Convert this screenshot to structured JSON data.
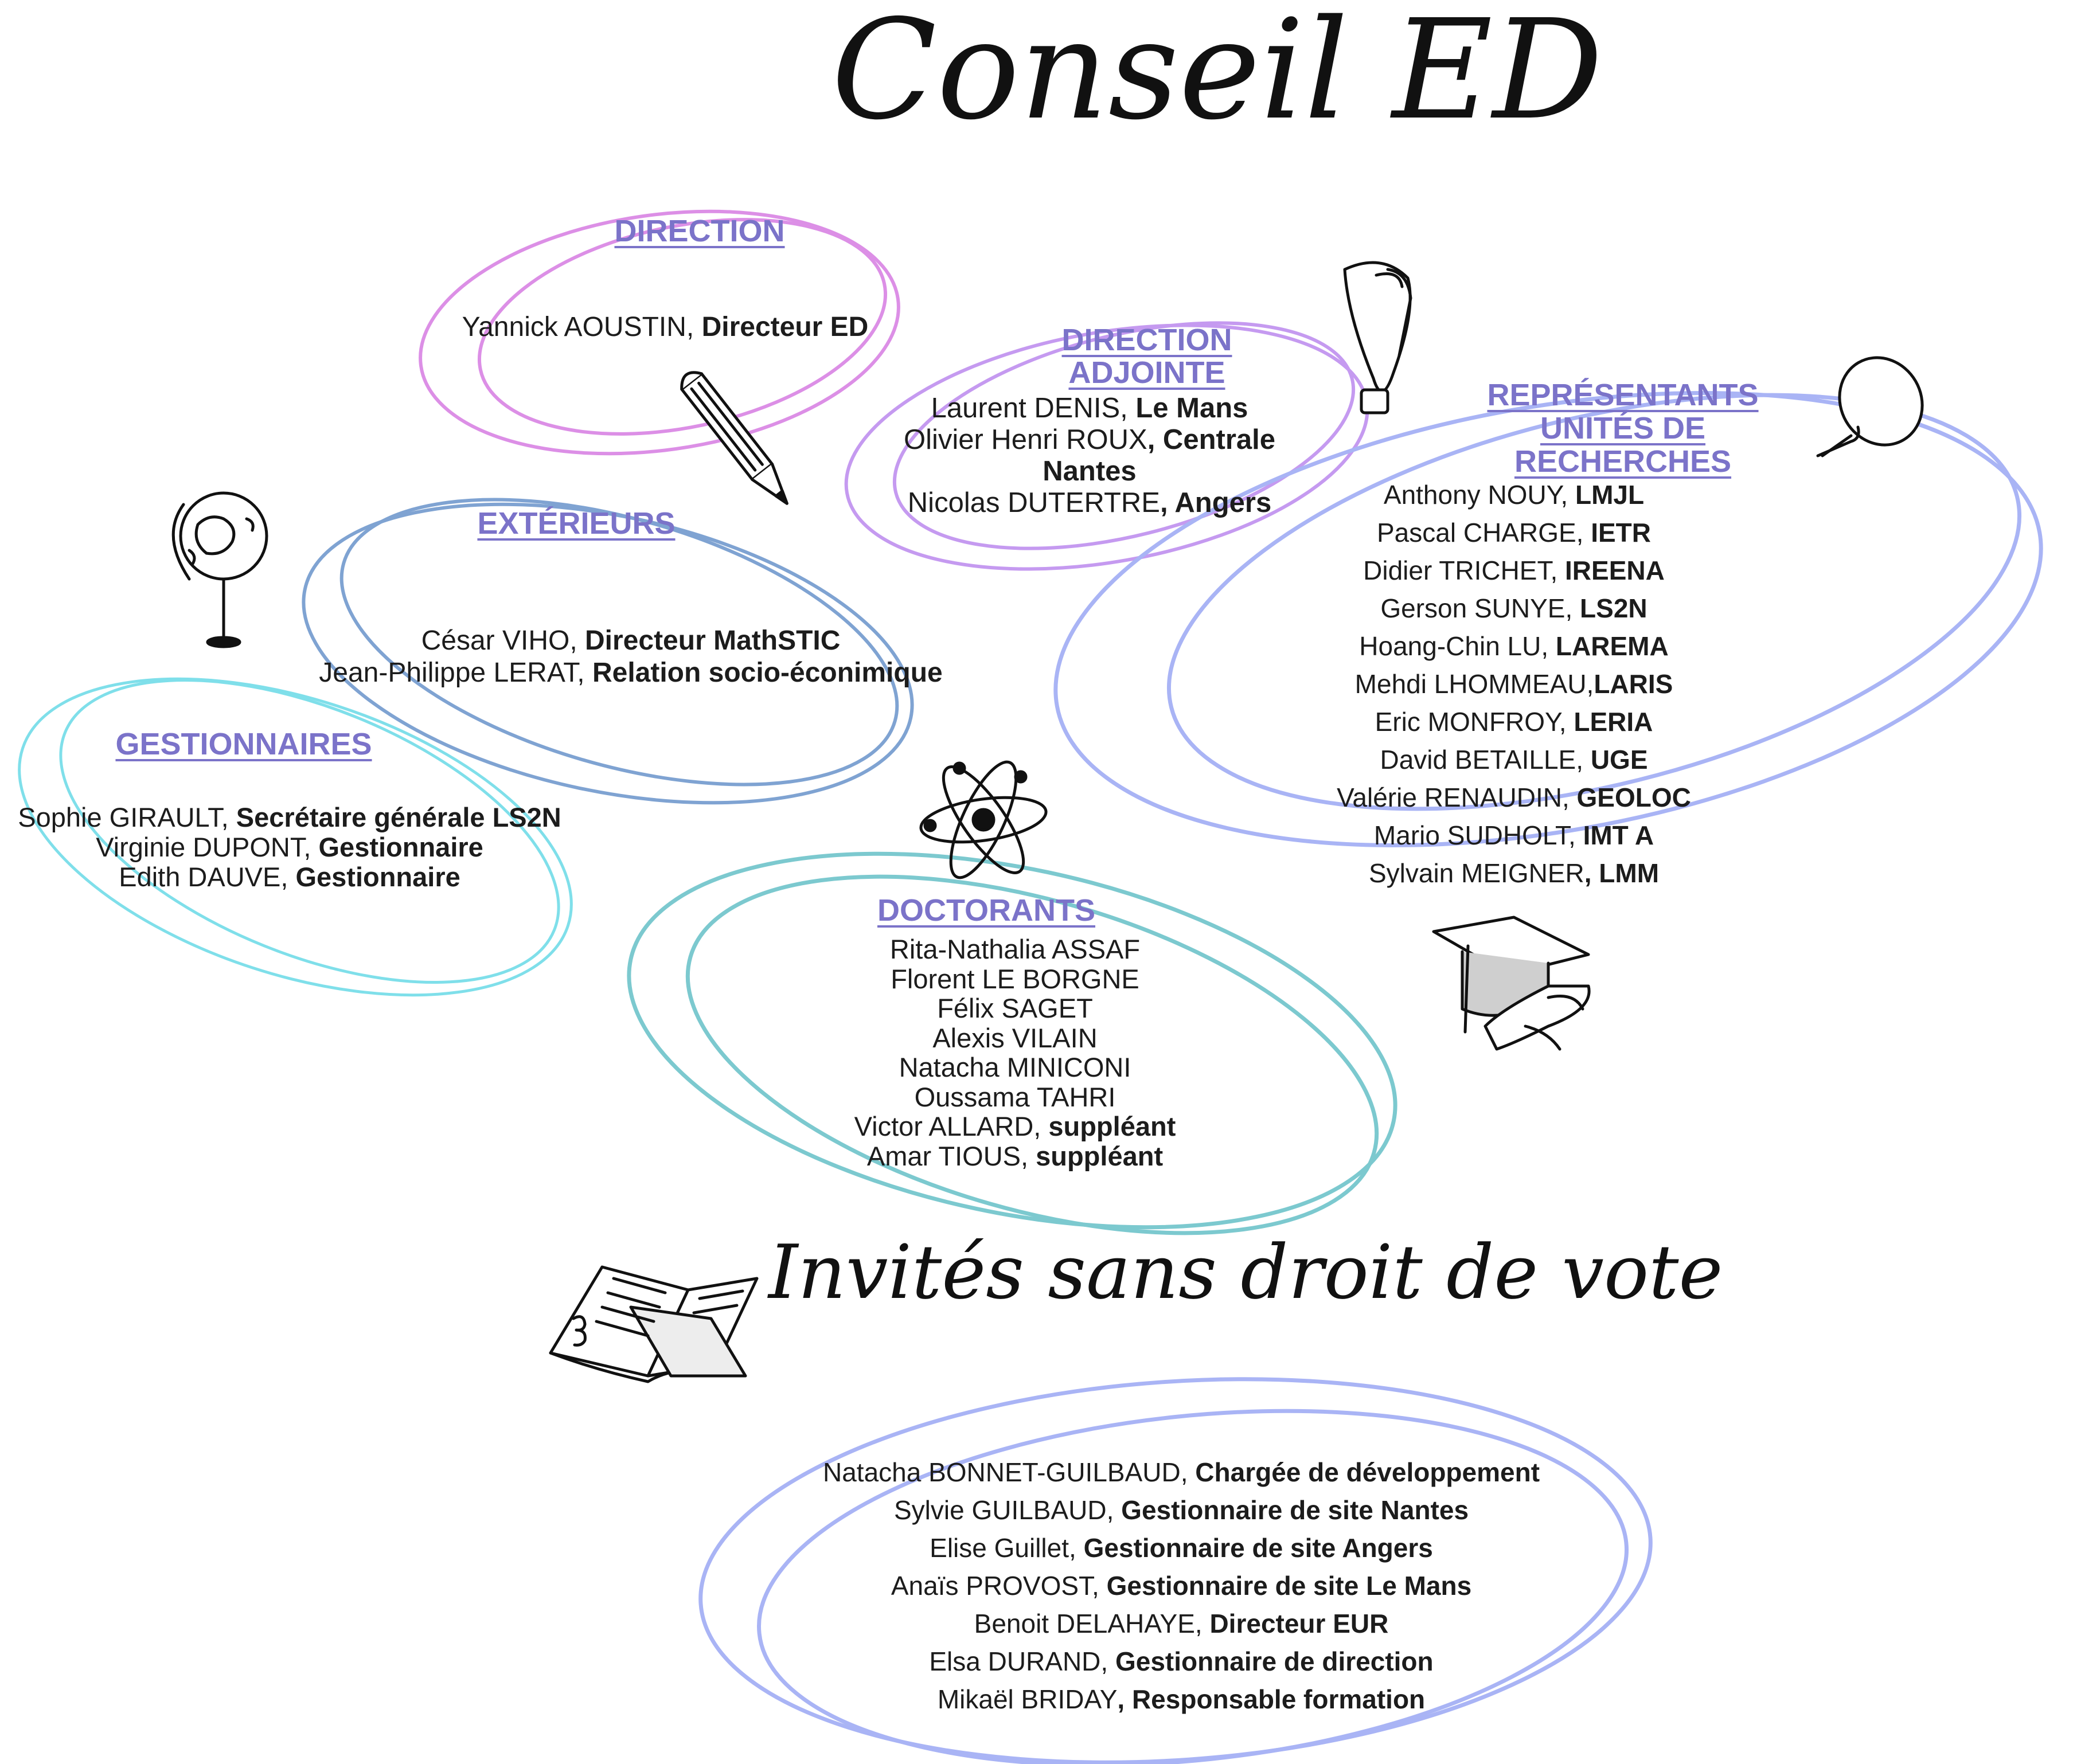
{
  "title": "Conseil ED",
  "subtitle": "Invités sans droit de vote",
  "colors": {
    "direction": "#dc8fe6",
    "direction_adjointe": "#c59af0",
    "representants": "#a9b4f5",
    "exterieurs": "#7fa3d2",
    "gestionnaires": "#7fdfea",
    "doctorants": "#7cc9cf",
    "invites": "#a9b4f5",
    "heading_text": "#7b73c9"
  },
  "groups": {
    "direction": {
      "heading": "DIRECTION",
      "members": [
        {
          "name": "Yannick AOUSTIN, ",
          "role": "Directeur ED"
        }
      ]
    },
    "direction_adjointe": {
      "heading": "DIRECTION ADJOINTE",
      "members": [
        {
          "name": "Laurent DENIS, ",
          "role": "Le Mans"
        },
        {
          "name": "Olivier Henri ROUX",
          "role": ", Centrale Nantes"
        },
        {
          "name": "Nicolas DUTERTRE",
          "role": ", Angers"
        }
      ]
    },
    "representants": {
      "heading": "REPRÉSENTANTS UNITÉS DE RECHERCHES",
      "members": [
        {
          "name": "Anthony NOUY, ",
          "role": "LMJL"
        },
        {
          "name": "Pascal CHARGE, ",
          "role": "IETR"
        },
        {
          "name": "Didier TRICHET, ",
          "role": "IREENA"
        },
        {
          "name": "Gerson SUNYE, ",
          "role": "LS2N"
        },
        {
          "name": "Hoang-Chin LU, ",
          "role": "LAREMA"
        },
        {
          "name": "Mehdi LHOMMEAU,",
          "role": "LARIS"
        },
        {
          "name": "Eric MONFROY, ",
          "role": "LERIA"
        },
        {
          "name": "David BETAILLE, ",
          "role": "UGE"
        },
        {
          "name": "Valérie RENAUDIN, ",
          "role": "GEOLOC"
        },
        {
          "name": "Mario SUDHOLT, ",
          "role": "IMT A"
        },
        {
          "name": "Sylvain MEIGNER",
          "role": ", LMM"
        }
      ]
    },
    "exterieurs": {
      "heading": "EXTÉRIEURS",
      "members": [
        {
          "name": "César VIHO, ",
          "role": "Directeur MathSTIC"
        },
        {
          "name": "Jean-Philippe LERAT, ",
          "role": "Relation socio-éconimique"
        }
      ]
    },
    "gestionnaires": {
      "heading": "GESTIONNAIRES",
      "members": [
        {
          "name": "Sophie GIRAULT, ",
          "role": "Secrétaire générale LS2N"
        },
        {
          "name": "Virginie DUPONT, ",
          "role": "Gestionnaire"
        },
        {
          "name": "Edith DAUVE, ",
          "role": "Gestionnaire"
        }
      ]
    },
    "doctorants": {
      "heading": "DOCTORANTS",
      "members": [
        {
          "name": "Rita-Nathalia ASSAF",
          "role": ""
        },
        {
          "name": "Florent LE BORGNE",
          "role": ""
        },
        {
          "name": "Félix SAGET",
          "role": ""
        },
        {
          "name": "Alexis VILAIN",
          "role": ""
        },
        {
          "name": "Natacha MINICONI",
          "role": ""
        },
        {
          "name": "Oussama TAHRI",
          "role": ""
        },
        {
          "name": "Victor ALLARD, ",
          "role": "suppléant"
        },
        {
          "name": "Amar TIOUS, ",
          "role": "suppléant"
        }
      ]
    },
    "invites": {
      "members": [
        {
          "name": "Natacha BONNET-GUILBAUD, ",
          "role": "Chargée de développement"
        },
        {
          "name": "Sylvie GUILBAUD, ",
          "role": "Gestionnaire de site Nantes"
        },
        {
          "name": "Elise Guillet, ",
          "role": "Gestionnaire de site Angers"
        },
        {
          "name": "Anaïs PROVOST, ",
          "role": "Gestionnaire de site Le Mans"
        },
        {
          "name": "Benoit DELAHAYE, ",
          "role": "Directeur EUR"
        },
        {
          "name": "Elsa DURAND, ",
          "role": "Gestionnaire de direction"
        },
        {
          "name": "Mikaël BRIDAY",
          "role": ", Responsable formation"
        }
      ]
    }
  },
  "icons": [
    "pencil-icon",
    "exclamation-icon",
    "pushpin-icon",
    "globe-icon",
    "atom-icon",
    "graduation-cap-icon",
    "open-books-icon"
  ]
}
